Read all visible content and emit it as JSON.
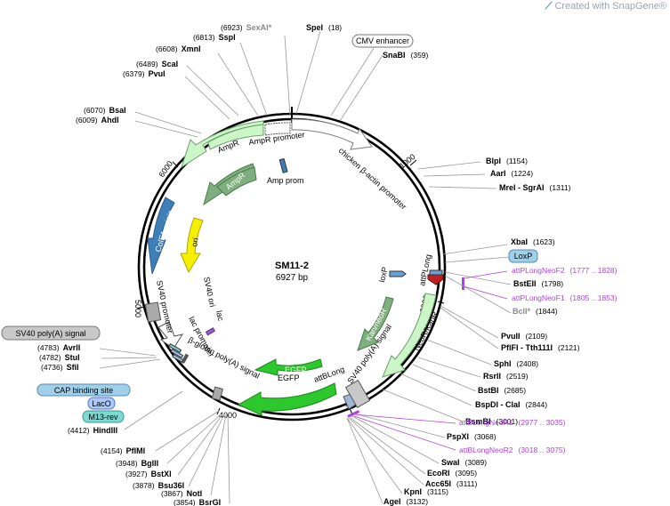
{
  "watermark": "Created with SnapGene®",
  "plasmid": {
    "name": "SM11-2",
    "size": "6927 bp"
  },
  "ticks": [
    "1000",
    "2000",
    "3000",
    "4000",
    "5000",
    "6000"
  ],
  "sites_top": [
    {
      "pos": "(6923)",
      "name": "SexAI*"
    },
    {
      "pos": "(6813)",
      "name": "SspI"
    },
    {
      "pos": "(6608)",
      "name": "XmnI"
    },
    {
      "pos": "(6489)",
      "name": "ScaI"
    },
    {
      "pos": "(6379)",
      "name": "PvuI"
    },
    {
      "pos": "(6070)",
      "name": "BsaI"
    },
    {
      "pos": "(6009)",
      "name": "AhdI"
    },
    {
      "name": "SpeI",
      "pos": "(18)"
    },
    {
      "name": "SnaBI",
      "pos": "(359)"
    }
  ],
  "sites_right": [
    {
      "name": "BlpI",
      "pos": "(1154)"
    },
    {
      "name": "AarI",
      "pos": "(1224)"
    },
    {
      "name": "MreI - SgrAI",
      "pos": "(1311)"
    },
    {
      "name": "XbaI",
      "pos": "(1623)"
    },
    {
      "name": "BstEII",
      "pos": "(1798)"
    },
    {
      "name": "BclI*",
      "pos": "(1844)"
    },
    {
      "name": "PvuII",
      "pos": "(2109)"
    },
    {
      "name": "PflFI - Tth111I",
      "pos": "(2121)"
    },
    {
      "name": "SphI",
      "pos": "(2408)"
    },
    {
      "name": "RsrII",
      "pos": "(2519)"
    },
    {
      "name": "BstBI",
      "pos": "(2685)"
    },
    {
      "name": "BspDI - ClaI",
      "pos": "(2844)"
    },
    {
      "name": "BsmBI",
      "pos": "(3001)"
    },
    {
      "name": "PspXI",
      "pos": "(3068)"
    },
    {
      "name": "SwaI",
      "pos": "(3089)"
    },
    {
      "name": "EcoRI",
      "pos": "(3095)"
    },
    {
      "name": "Acc65I",
      "pos": "(3111)"
    },
    {
      "name": "KpnI",
      "pos": "(3115)"
    },
    {
      "name": "AgeI",
      "pos": "(3132)"
    }
  ],
  "sites_left": [
    {
      "pos": "(4783)",
      "name": "AvrII"
    },
    {
      "pos": "(4782)",
      "name": "StuI"
    },
    {
      "pos": "(4736)",
      "name": "SfiI"
    },
    {
      "pos": "(4412)",
      "name": "HindIII"
    },
    {
      "pos": "(4154)",
      "name": "PflMI"
    },
    {
      "pos": "(3948)",
      "name": "BglII"
    },
    {
      "pos": "(3927)",
      "name": "BstXI"
    },
    {
      "pos": "(3878)",
      "name": "Bsu36I"
    },
    {
      "pos": "(3867)",
      "name": "NotI"
    },
    {
      "pos": "(3854)",
      "name": "BsrGI"
    }
  ],
  "primers": [
    {
      "name": "attPLongNeoF2",
      "range": "(1777 .. 1828)"
    },
    {
      "name": "attPLongNeoF1",
      "range": "(1805 .. 1853)"
    },
    {
      "name": "attBLongNeoR1",
      "range": "(2977 .. 3035)"
    },
    {
      "name": "attBLongNeoR2",
      "range": "(3018 .. 3075)"
    }
  ],
  "boxed_labels": {
    "cmv": "CMV enhancer",
    "loxp": "LoxP",
    "sv40_polya": "SV40 poly(A) signal",
    "cap": "CAP binding site",
    "laco": "LacO",
    "m13": "M13-rev"
  },
  "features": {
    "ampr_promoter": "AmpR promoter",
    "chicken_actin": "chicken β-actin promoter",
    "ampr": "AmpR",
    "ampr_inner": "AmpR",
    "amp_prom": "Amp prom",
    "colei": "ColE1 origin",
    "ori": "ori",
    "sv40_ori": "SV40 ori",
    "lac": "lac",
    "lac_promoter": "lac promoter",
    "sv40_promoter": "SV40 promoter",
    "bglobin": "β-globin poly(A) signal",
    "egfp_inner": "EGFP",
    "egfp_outer": "EGFP",
    "attblong": "attBLong",
    "sv40_polya_inner": "SV40 poly(A) signal",
    "kan_neor": "Kan/neoR",
    "neor_kanr": "NeoR/KanR",
    "loxp_small": "loxP",
    "attplong": "attPLong"
  },
  "colors": {
    "backbone": "#000000",
    "primer": "#b040e0",
    "ampr": "#ccf5c8",
    "ampr_inner": "#7fae7f",
    "colei": "#3f7fb8",
    "ori": "#f5f000",
    "egfp": "#2dc82d",
    "kan": "#7fae7f",
    "neor": "#ccf5c8",
    "boxed_gray": "#c8c8c8",
    "boxed_blue": "#9fd0e8",
    "boxed_lacO": "#a8c8ff",
    "boxed_teal": "#7fd7d0"
  }
}
